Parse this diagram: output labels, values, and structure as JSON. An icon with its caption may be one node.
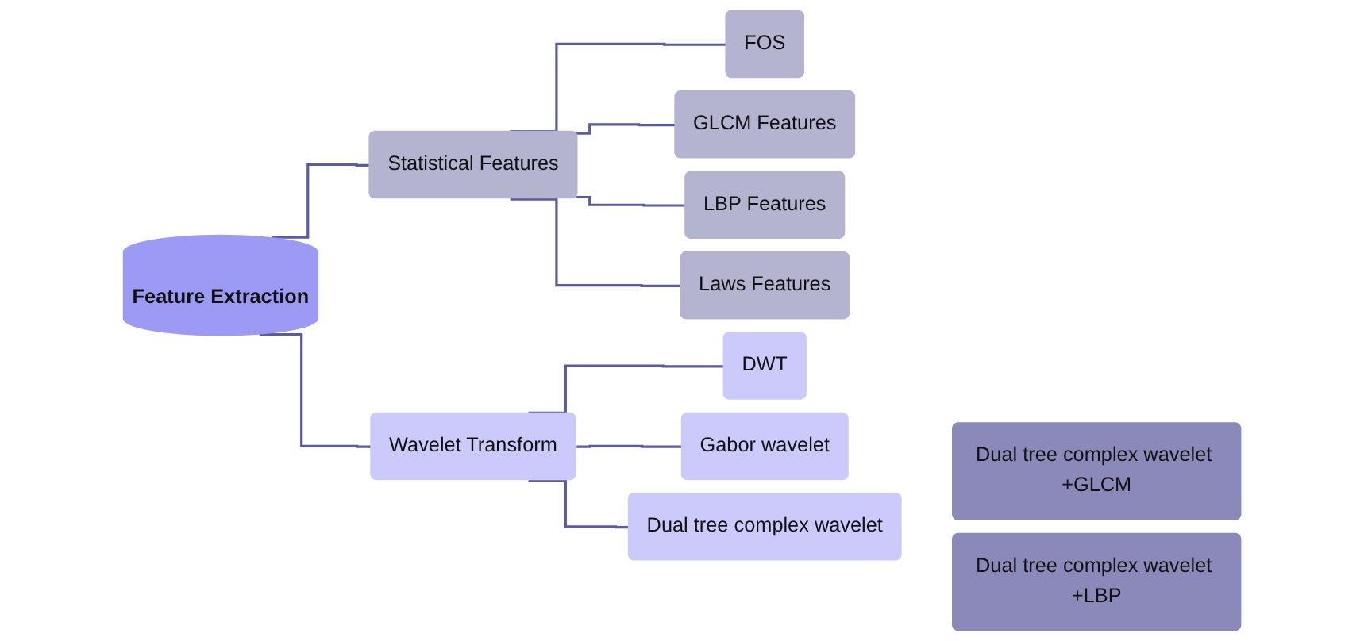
{
  "diagram": {
    "nodes": [
      {
        "text": [
          "Feature Extraction"
        ]
      },
      {
        "text": [
          "Statistical Features"
        ]
      },
      {
        "text": [
          "Wavelet Transform"
        ]
      },
      {
        "text": [
          "FOS"
        ]
      },
      {
        "text": [
          "GLCM Features"
        ]
      },
      {
        "text": [
          "LBP Features"
        ]
      },
      {
        "text": [
          "Laws Features"
        ]
      },
      {
        "text": [
          "DWT"
        ]
      },
      {
        "text": [
          "Gabor wavelet"
        ]
      },
      {
        "text": [
          "Dual tree complex wavelet"
        ]
      },
      {
        "text": [
          "Dual tree complex wavelet +GLCM"
        ]
      },
      {
        "text": [
          "Dual tree complex wavelet +LBP"
        ]
      }
    ],
    "edges": [
      {
        "from": 0,
        "to": 1,
        "arrow": "none"
      },
      {
        "from": 0,
        "to": 2,
        "arrow": "none"
      },
      {
        "from": 1,
        "to": 3,
        "arrow": "none"
      },
      {
        "from": 1,
        "to": 4,
        "arrow": "none"
      },
      {
        "from": 1,
        "to": 5,
        "arrow": "none"
      },
      {
        "from": 1,
        "to": 6,
        "arrow": "none"
      },
      {
        "from": 2,
        "to": 7,
        "arrow": "none"
      },
      {
        "from": 2,
        "to": 8,
        "arrow": "none"
      },
      {
        "from": 2,
        "to": 9,
        "arrow": "none"
      }
    ]
  }
}
